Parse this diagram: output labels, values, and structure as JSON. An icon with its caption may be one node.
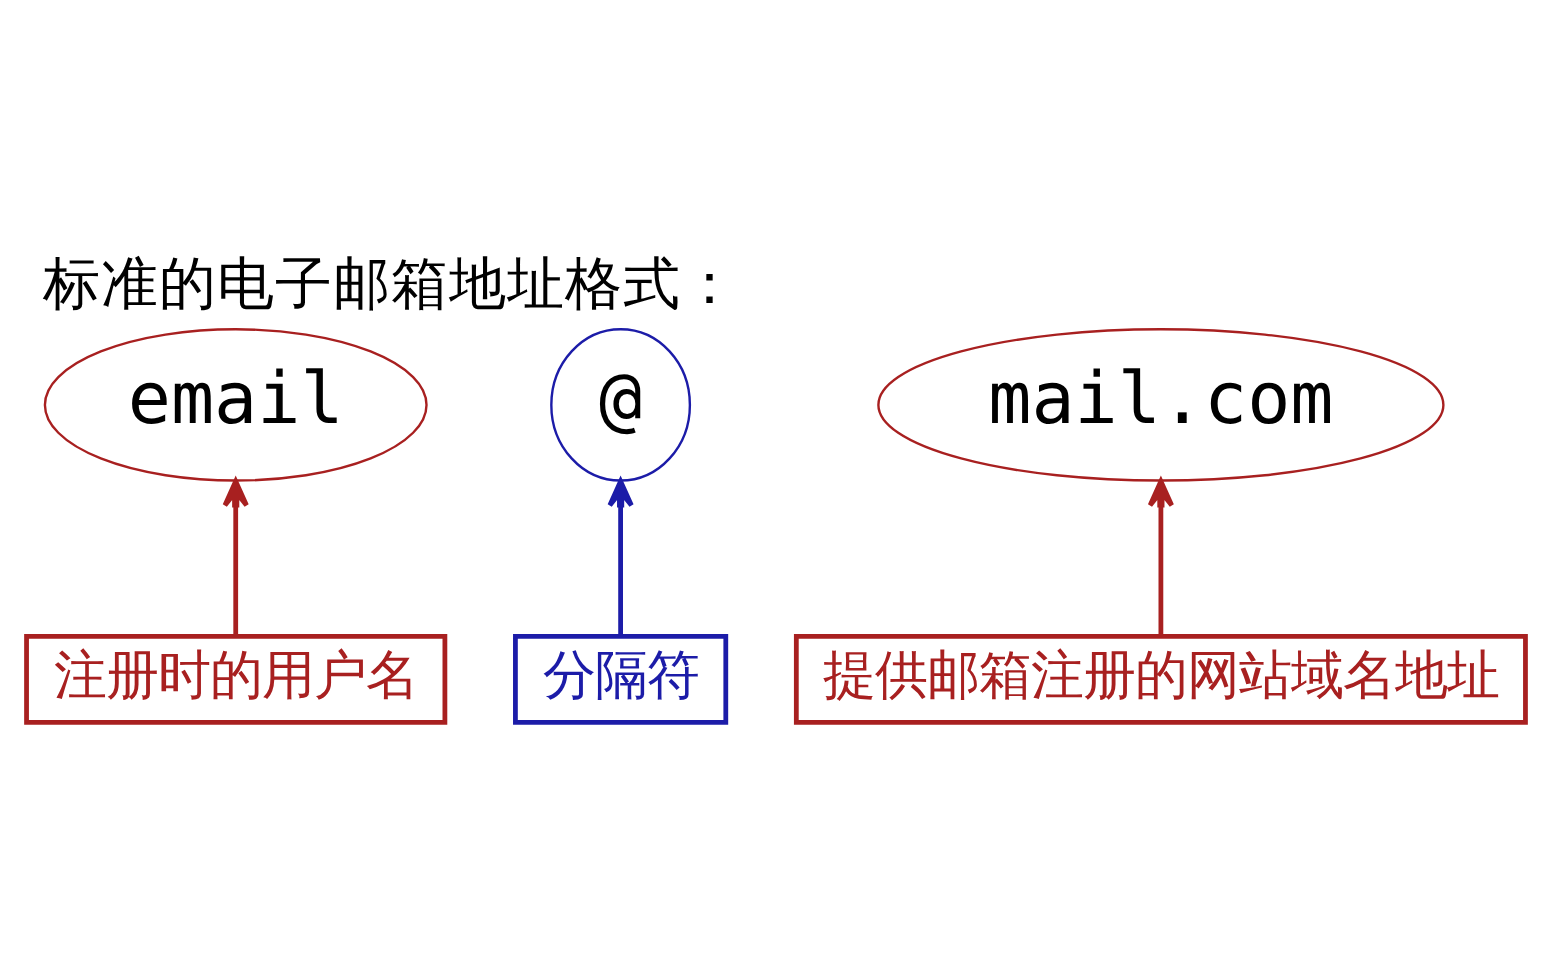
{
  "diagram": {
    "title": "标准的电子邮箱地址格式：",
    "nodes": [
      {
        "text": [
          "email"
        ]
      },
      {
        "text": [
          "@"
        ]
      },
      {
        "text": [
          "mail.com"
        ]
      },
      {
        "text": [
          "注册时的用户名"
        ]
      },
      {
        "text": [
          "分隔符"
        ]
      },
      {
        "text": [
          "提供邮箱注册的网站域名地址"
        ]
      }
    ],
    "edges": [
      {
        "from": 3,
        "to": 0,
        "arrow": "to"
      },
      {
        "from": 4,
        "to": 1,
        "arrow": "to",
        "color": "#1c1ca8"
      },
      {
        "from": 5,
        "to": 2,
        "arrow": "to"
      }
    ]
  }
}
